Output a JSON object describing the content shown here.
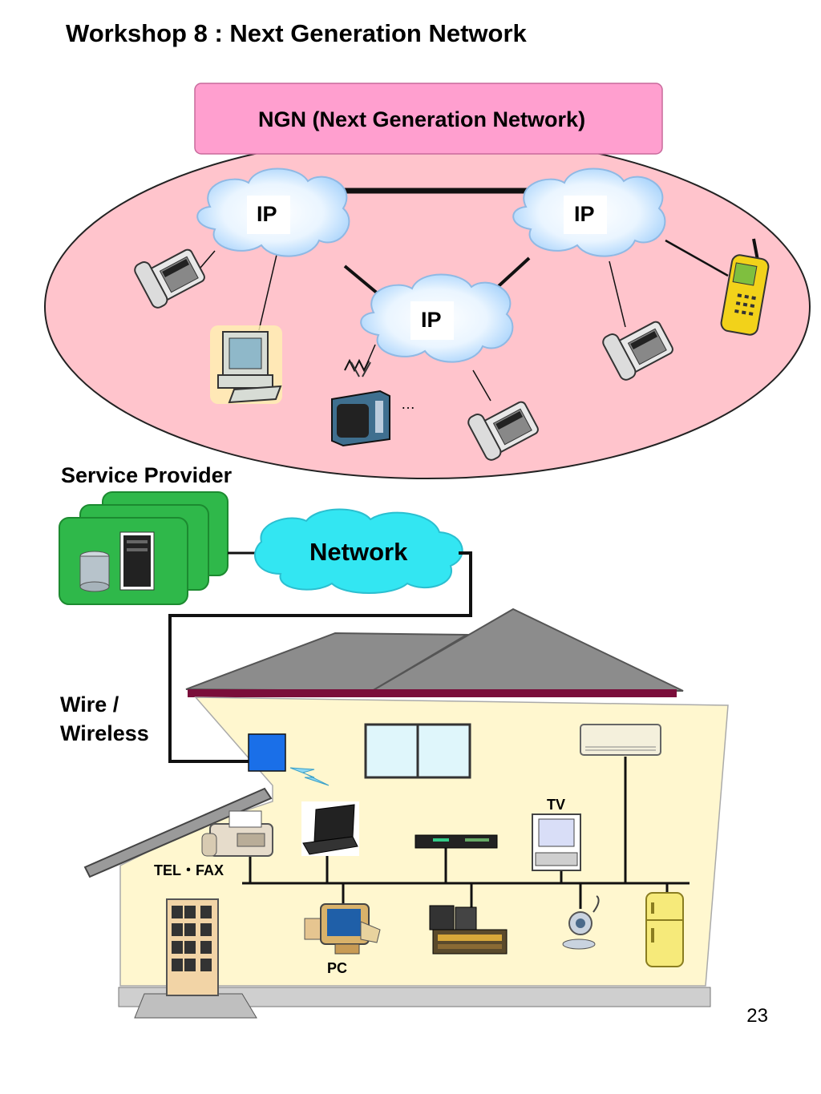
{
  "title": "Workshop 8 : Next Generation Network",
  "ngn": {
    "banner_label": "NGN (Next Generation Network)",
    "cloud_labels": [
      "IP",
      "IP",
      "IP"
    ],
    "ellipsis": "…"
  },
  "home": {
    "service_provider_label": "Service Provider",
    "network_label": "Network",
    "wire_label_line1": "Wire /",
    "wire_label_line2": "Wireless",
    "telfax_label": "TEL・FAX",
    "pc_label": "PC",
    "tv_label": "TV"
  },
  "page_number": "23",
  "colors": {
    "banner_pink": "#ff9fcf",
    "ellipse_pink": "#ffc4cc",
    "cloud_blue": "#b8dcff",
    "network_cloud": "#33e6f2",
    "provider_green": "#2fb84a",
    "house_wall": "#fff7cf",
    "roof_gray": "#8c8c8c",
    "roof_trim": "#7a0e3a",
    "access_point_blue": "#1a6fe8"
  }
}
